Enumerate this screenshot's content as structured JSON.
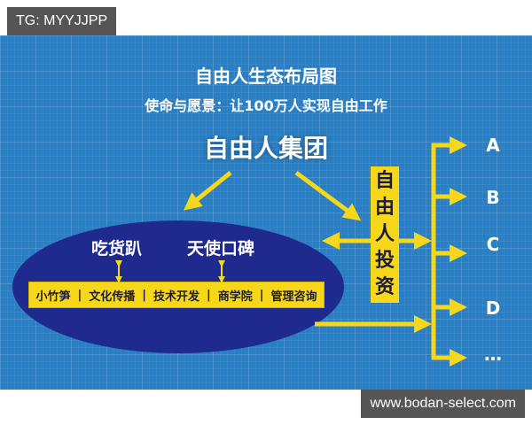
{
  "watermark_top": "TG: MYYJJPP",
  "watermark_bottom": "www.bodan-select.com",
  "diagram": {
    "title": "自由人生态布局图",
    "subtitle": "使命与愿景：让100万人实现自由工作",
    "root": "自由人集团",
    "ellipse": {
      "brands": [
        "吃货趴",
        "天使口碑"
      ],
      "services": [
        "小竹笋",
        "文化传播",
        "技术开发",
        "商学院",
        "管理咨询"
      ],
      "separator": "|"
    },
    "investment": {
      "label_chars": [
        "自",
        "由",
        "人",
        "投",
        "资"
      ]
    },
    "targets": [
      "A",
      "B",
      "C",
      "D",
      "…"
    ],
    "colors": {
      "background_blue": "#2a7fc4",
      "ellipse_navy": "#1f2a8f",
      "accent_yellow": "#f6d71a",
      "text_white": "#ffffff",
      "text_dark": "#1c1c3a",
      "watermark_gray": "#555555"
    }
  }
}
